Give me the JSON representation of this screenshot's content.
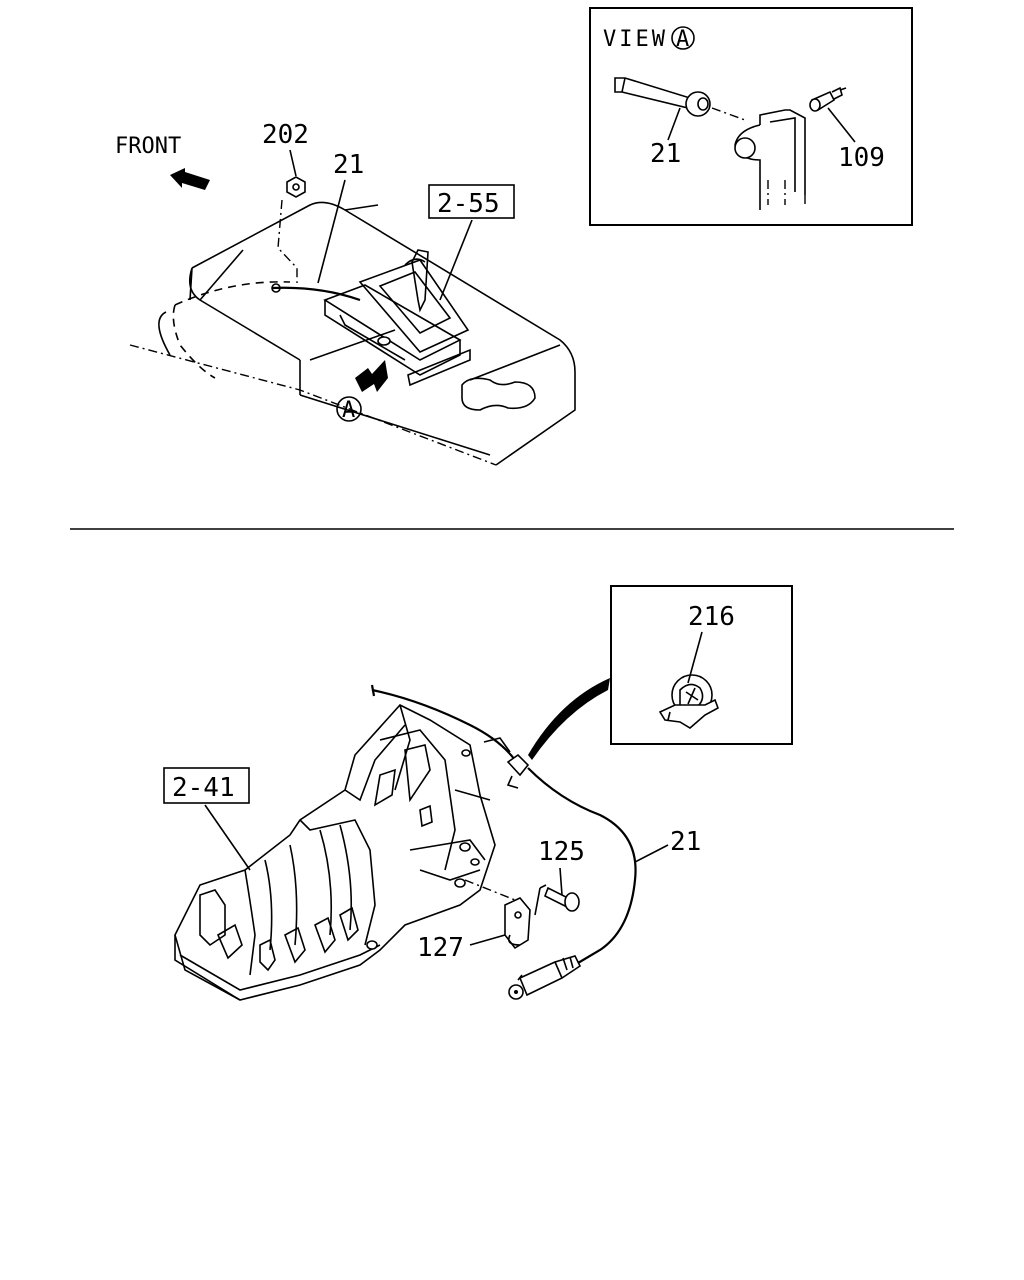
{
  "top_view": {
    "front_label": "FRONT",
    "callouts": {
      "nut": "202",
      "cable": "21",
      "shifter_ref": "2-55",
      "view_marker": "A"
    }
  },
  "view_a_inset": {
    "title": "VIEW",
    "title_marker": "A",
    "callouts": {
      "cable": "21",
      "pin": "109"
    }
  },
  "bottom_view": {
    "callouts": {
      "transmission_ref": "2-41",
      "clip": "216",
      "bolt": "125",
      "cable": "21",
      "bracket": "127"
    }
  }
}
